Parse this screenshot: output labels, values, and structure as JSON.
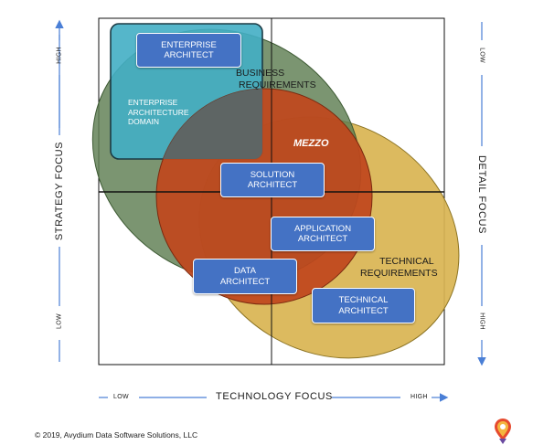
{
  "diagram": {
    "circles": {
      "business": {
        "label_line1": "BUSINESS",
        "label_line2": "REQUIREMENTS",
        "color": "#6d8a5c"
      },
      "technical": {
        "label_line1": "TECHNICAL",
        "label_line2": "REQUIREMENTS",
        "color": "#d9b451"
      },
      "mezzo": {
        "label": "MEZZO",
        "color": "#c0471d"
      },
      "enterprise_domain": {
        "line1": "ENTERPRISE",
        "line2": "ARCHITECTURE",
        "line3": "DOMAIN",
        "color": "#43aec4"
      }
    },
    "roles": {
      "enterprise": {
        "line1": "ENTERPRISE",
        "line2": "ARCHITECT"
      },
      "solution": {
        "line1": "SOLUTION",
        "line2": "ARCHITECT"
      },
      "application": {
        "line1": "APPLICATION",
        "line2": "ARCHITECT"
      },
      "data": {
        "line1": "DATA",
        "line2": "ARCHITECT"
      },
      "technical": {
        "line1": "TECHNICAL",
        "line2": "ARCHITECT"
      }
    },
    "role_color": "#4472c4",
    "axis_color": "#4a7fd6"
  },
  "axes": {
    "left": {
      "title": "STRATEGY FOCUS",
      "top_label": "HIGH",
      "bottom_label": "LOW"
    },
    "right": {
      "title": "DETAIL  FOCUS",
      "top_label": "LOW",
      "bottom_label": "HIGH"
    },
    "bottom": {
      "title": "TECHNOLOGY  FOCUS",
      "left_label": "LOW",
      "right_label": "HIGH"
    }
  },
  "footer": {
    "copyright": "© 2019, Avydium Data Software Solutions, LLC"
  },
  "logo_icon": "avydium-logo-icon"
}
